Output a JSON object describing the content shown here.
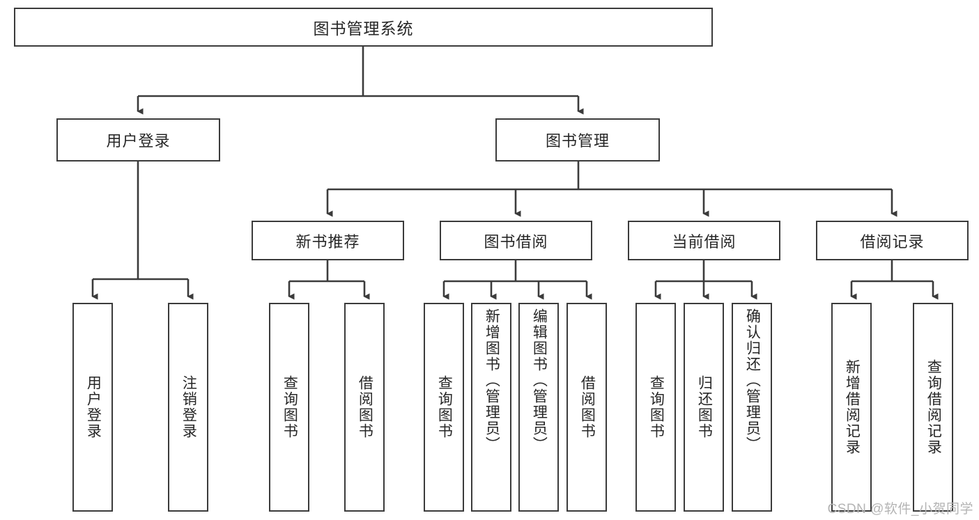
{
  "diagram": {
    "title": "图书管理系统",
    "type": "hierarchy-tree",
    "levels": 4,
    "root": {
      "id": "root",
      "label": "图书管理系统",
      "orientation": "horizontal"
    },
    "level2": [
      {
        "id": "user-login",
        "label": "用户登录",
        "orientation": "horizontal"
      },
      {
        "id": "book-management",
        "label": "图书管理",
        "orientation": "horizontal"
      }
    ],
    "level3": [
      {
        "id": "new-book-recommend",
        "label": "新书推荐",
        "orientation": "horizontal",
        "parent": "book-management"
      },
      {
        "id": "book-borrow",
        "label": "图书借阅",
        "orientation": "horizontal",
        "parent": "book-management"
      },
      {
        "id": "current-borrow",
        "label": "当前借阅",
        "orientation": "horizontal",
        "parent": "book-management"
      },
      {
        "id": "borrow-record",
        "label": "借阅记录",
        "orientation": "horizontal",
        "parent": "book-management"
      }
    ],
    "leaves": [
      {
        "id": "leaf-user-login",
        "label": "用户登录",
        "parent": "user-login",
        "orientation": "vertical"
      },
      {
        "id": "leaf-logout-login",
        "label": "注销登录",
        "parent": "user-login",
        "orientation": "vertical"
      },
      {
        "id": "leaf-query-book-1",
        "label": "查询图书",
        "parent": "new-book-recommend",
        "orientation": "vertical"
      },
      {
        "id": "leaf-borrow-book-1",
        "label": "借阅图书",
        "parent": "new-book-recommend",
        "orientation": "vertical"
      },
      {
        "id": "leaf-query-book-2",
        "label": "查询图书",
        "parent": "book-borrow",
        "orientation": "vertical"
      },
      {
        "id": "leaf-add-book-admin",
        "label": "新增图书（管理员）",
        "parent": "book-borrow",
        "orientation": "vertical"
      },
      {
        "id": "leaf-edit-book-admin",
        "label": "编辑图书（管理员）",
        "parent": "book-borrow",
        "orientation": "vertical"
      },
      {
        "id": "leaf-borrow-book-2",
        "label": "借阅图书",
        "parent": "book-borrow",
        "orientation": "vertical"
      },
      {
        "id": "leaf-query-book-3",
        "label": "查询图书",
        "parent": "current-borrow",
        "orientation": "vertical"
      },
      {
        "id": "leaf-return-book",
        "label": "归还图书",
        "parent": "current-borrow",
        "orientation": "vertical"
      },
      {
        "id": "leaf-confirm-return-admin",
        "label": "确认归还（管理员）",
        "parent": "current-borrow",
        "orientation": "vertical"
      },
      {
        "id": "leaf-add-borrow-record",
        "label": "新增借阅记录",
        "parent": "borrow-record",
        "orientation": "vertical"
      },
      {
        "id": "leaf-query-borrow-record",
        "label": "查询借阅记录",
        "parent": "borrow-record",
        "orientation": "vertical"
      }
    ]
  },
  "watermark": {
    "text": "CSDN @软件_小贺同学"
  },
  "colors": {
    "stroke": "#3b3b3b",
    "background": "#ffffff",
    "text": "#262626",
    "watermark": "#b4b4b4"
  }
}
